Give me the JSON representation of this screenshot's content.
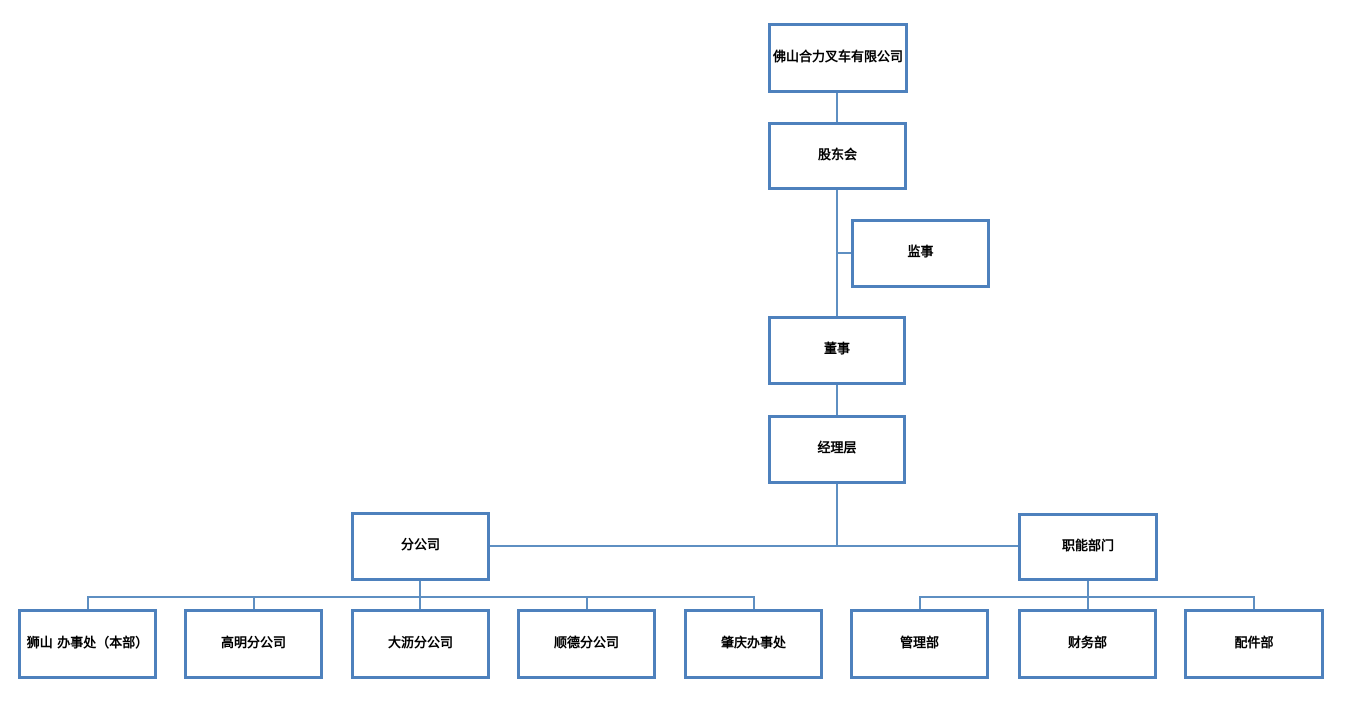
{
  "colors": {
    "box_border": "#4E81BD",
    "connector_line": "#5E8FC2",
    "box_fill": "#FFFFFF",
    "text": "#000000",
    "background": "#FFFFFF"
  },
  "org_chart": {
    "nodes": {
      "company": {
        "label": "佛山合力叉车有限公司"
      },
      "shareholders": {
        "label": "股东会"
      },
      "supervisor": {
        "label": "监事"
      },
      "director": {
        "label": "董事"
      },
      "management": {
        "label": "经理层"
      },
      "branch_companies": {
        "label": "分公司"
      },
      "functional_departments": {
        "label": "职能部门"
      },
      "shishan_office": {
        "label": "狮山 办事处（本部）"
      },
      "gaoming_branch": {
        "label": "高明分公司"
      },
      "dali_branch": {
        "label": "大沥分公司"
      },
      "shunde_branch": {
        "label": "顺德分公司"
      },
      "zhaoqing_office": {
        "label": "肇庆办事处"
      },
      "management_dept": {
        "label": "管理部"
      },
      "finance_dept": {
        "label": "财务部"
      },
      "parts_dept": {
        "label": "配件部"
      }
    },
    "edges": [
      {
        "from": "company",
        "to": "shareholders"
      },
      {
        "from": "shareholders",
        "to": "supervisor"
      },
      {
        "from": "shareholders",
        "to": "director"
      },
      {
        "from": "director",
        "to": "management"
      },
      {
        "from": "management",
        "to": "branch_companies"
      },
      {
        "from": "management",
        "to": "functional_departments"
      },
      {
        "from": "branch_companies",
        "to": "shishan_office"
      },
      {
        "from": "branch_companies",
        "to": "gaoming_branch"
      },
      {
        "from": "branch_companies",
        "to": "dali_branch"
      },
      {
        "from": "branch_companies",
        "to": "shunde_branch"
      },
      {
        "from": "branch_companies",
        "to": "zhaoqing_office"
      },
      {
        "from": "functional_departments",
        "to": "management_dept"
      },
      {
        "from": "functional_departments",
        "to": "finance_dept"
      },
      {
        "from": "functional_departments",
        "to": "parts_dept"
      }
    ]
  }
}
